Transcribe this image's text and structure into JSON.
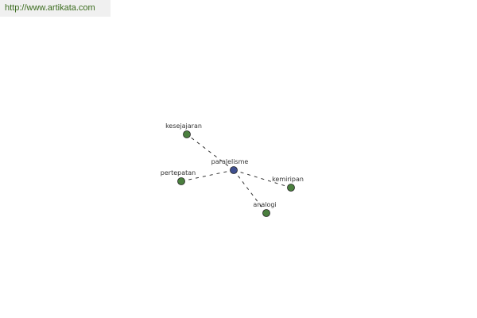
{
  "header": {
    "source_url": "http://www.artikata.com"
  },
  "colors": {
    "center_node": "#3f4f8f",
    "leaf_node": "#4a7f3e",
    "edge": "#333333",
    "link": "#3a6b1d"
  },
  "graph": {
    "center": {
      "id": "paralelisme",
      "label": "paralelisme"
    },
    "nodes": [
      {
        "id": "kesejajaran",
        "label": "kesejajaran"
      },
      {
        "id": "pertepatan",
        "label": "pertepatan"
      },
      {
        "id": "kemiripan",
        "label": "kemiripan"
      },
      {
        "id": "analogi",
        "label": "analogi"
      }
    ],
    "edges": [
      {
        "from": "paralelisme",
        "to": "kesejajaran"
      },
      {
        "from": "paralelisme",
        "to": "pertepatan"
      },
      {
        "from": "paralelisme",
        "to": "kemiripan"
      },
      {
        "from": "paralelisme",
        "to": "analogi"
      }
    ]
  }
}
